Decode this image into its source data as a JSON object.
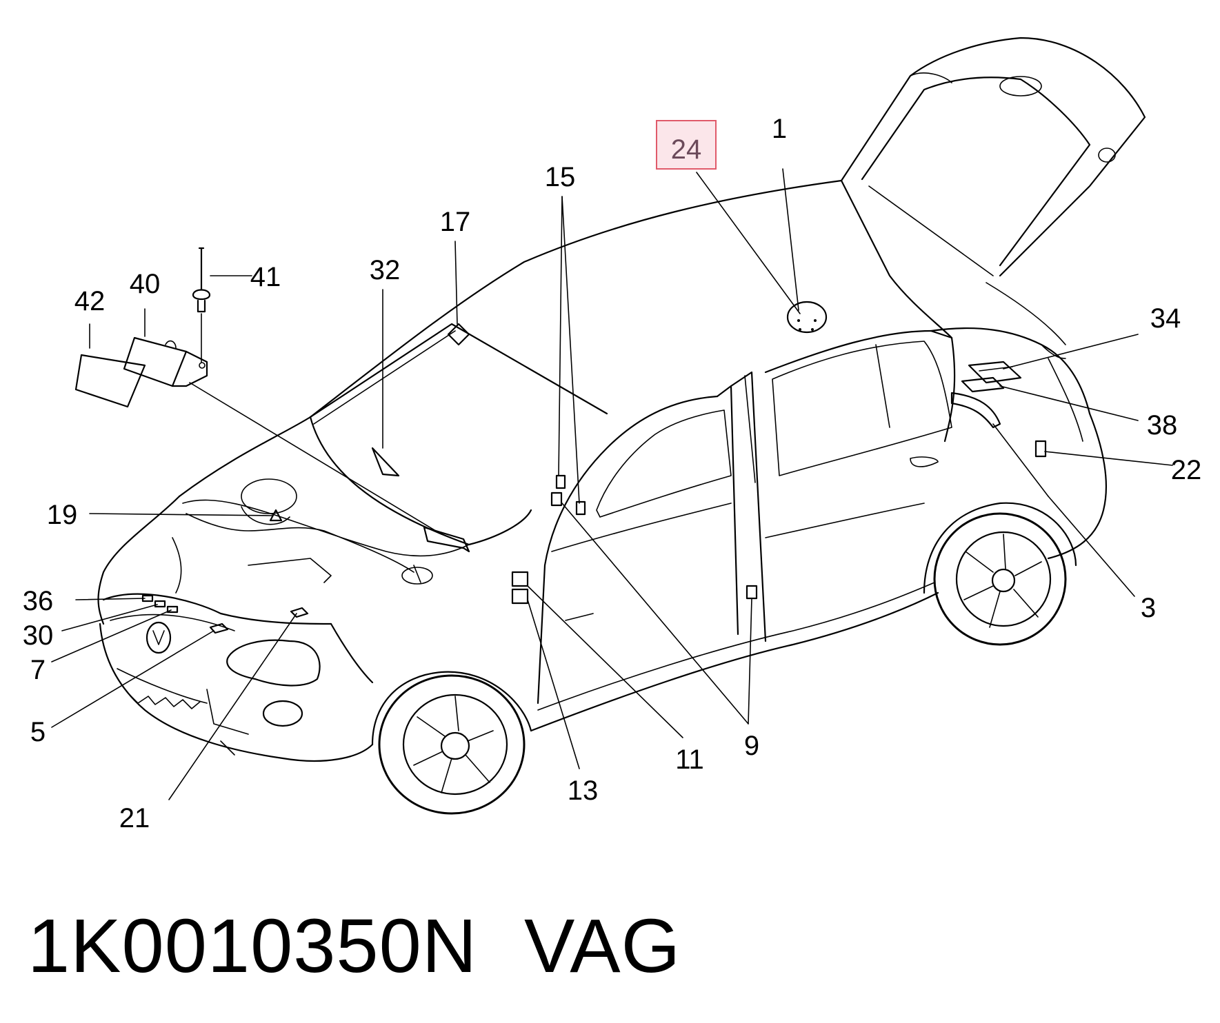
{
  "title": {
    "part_number": "1K0010350N",
    "brand": "VAG"
  },
  "highlight_color": "#e05a6a",
  "callouts": [
    {
      "id": "c1",
      "label": "1"
    },
    {
      "id": "c3",
      "label": "3"
    },
    {
      "id": "c5",
      "label": "5"
    },
    {
      "id": "c7",
      "label": "7"
    },
    {
      "id": "c9",
      "label": "9"
    },
    {
      "id": "c11",
      "label": "11"
    },
    {
      "id": "c13",
      "label": "13"
    },
    {
      "id": "c15",
      "label": "15"
    },
    {
      "id": "c17",
      "label": "17"
    },
    {
      "id": "c19",
      "label": "19"
    },
    {
      "id": "c21",
      "label": "21"
    },
    {
      "id": "c22",
      "label": "22"
    },
    {
      "id": "c24",
      "label": "24",
      "highlighted": true
    },
    {
      "id": "c30",
      "label": "30"
    },
    {
      "id": "c32",
      "label": "32"
    },
    {
      "id": "c34",
      "label": "34"
    },
    {
      "id": "c36",
      "label": "36"
    },
    {
      "id": "c38",
      "label": "38"
    },
    {
      "id": "c40",
      "label": "40"
    },
    {
      "id": "c41",
      "label": "41"
    },
    {
      "id": "c42",
      "label": "42"
    }
  ]
}
